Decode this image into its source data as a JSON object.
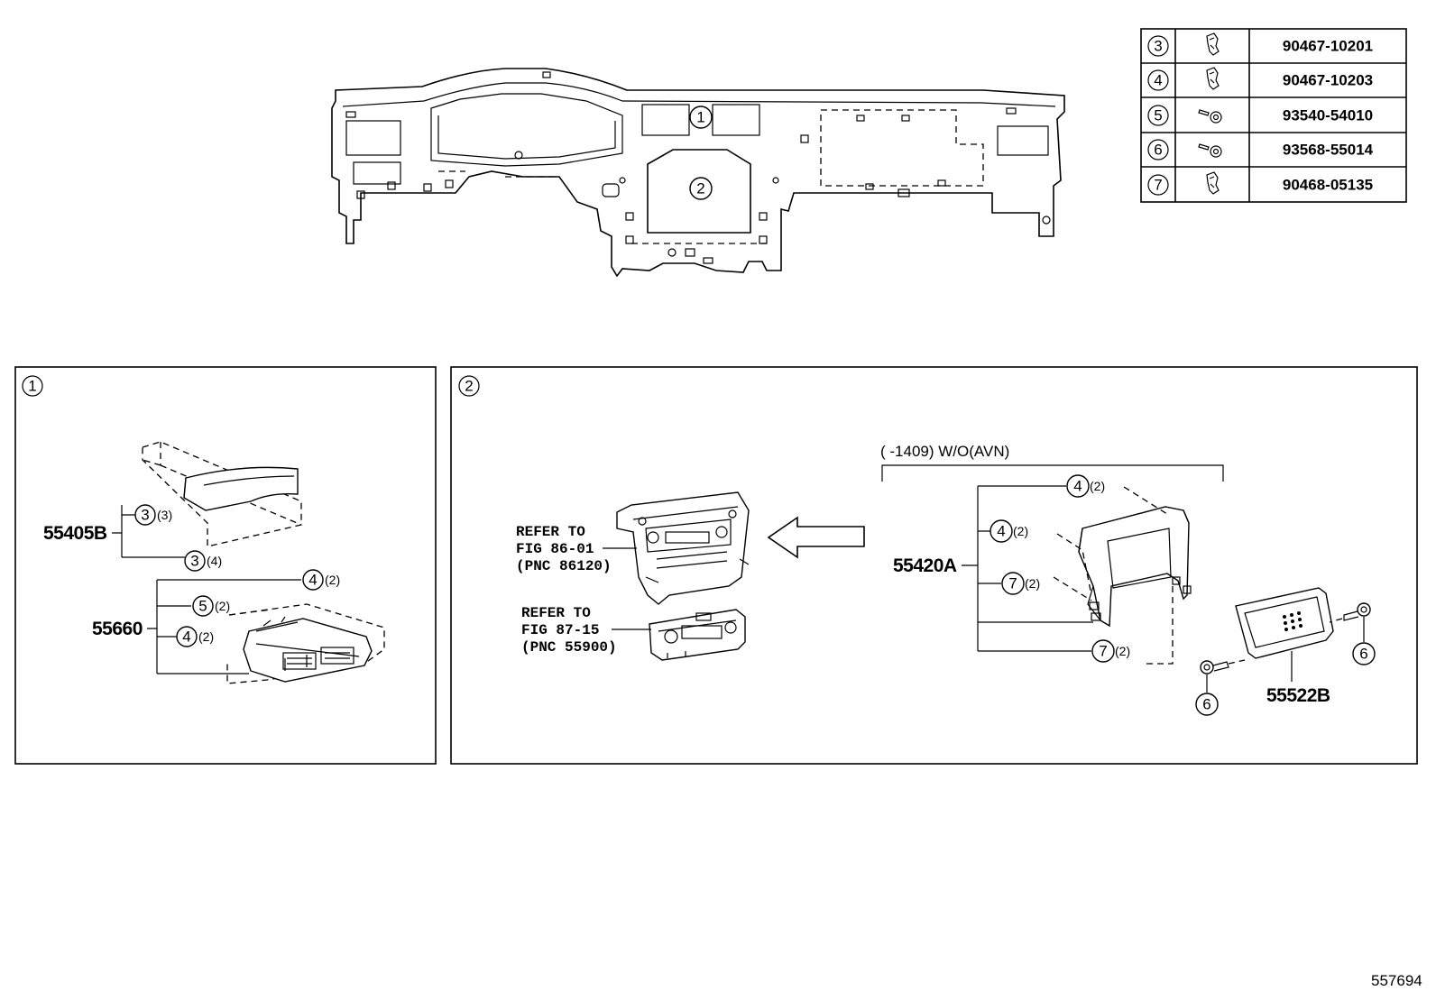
{
  "parts_table": [
    {
      "ref": "3",
      "part_number": "90467-10201",
      "icon": "clip-icon"
    },
    {
      "ref": "4",
      "part_number": "90467-10203",
      "icon": "clip-icon"
    },
    {
      "ref": "5",
      "part_number": "93540-54010",
      "icon": "screw-icon"
    },
    {
      "ref": "6",
      "part_number": "93568-55014",
      "icon": "screw-icon"
    },
    {
      "ref": "7",
      "part_number": "90468-05135",
      "icon": "clip-icon"
    }
  ],
  "overview": {
    "callout_1": "1",
    "callout_2": "2"
  },
  "panel1": {
    "title": "1",
    "part_55405B": "55405B",
    "part_55660": "55660",
    "callouts": {
      "a": {
        "ref": "3",
        "qty": "(3)"
      },
      "b": {
        "ref": "3",
        "qty": "(4)"
      },
      "c": {
        "ref": "4",
        "qty": "(2)"
      },
      "d": {
        "ref": "5",
        "qty": "(2)"
      },
      "e": {
        "ref": "4",
        "qty": "(2)"
      }
    }
  },
  "panel2": {
    "title": "2",
    "condition": "(     -1409) W/O(AVN)",
    "refer1": {
      "line1": "REFER TO",
      "line2": "FIG 86-01",
      "line3": "(PNC 86120)"
    },
    "refer2": {
      "line1": "REFER TO",
      "line2": "FIG 87-15",
      "line3": "(PNC 55900)"
    },
    "part_55420A": "55420A",
    "part_55522B": "55522B",
    "callouts": {
      "a": {
        "ref": "4",
        "qty": "(2)"
      },
      "b": {
        "ref": "4",
        "qty": "(2)"
      },
      "c": {
        "ref": "7",
        "qty": "(2)"
      },
      "d": {
        "ref": "7",
        "qty": "(2)"
      },
      "e": {
        "ref": "6"
      },
      "f": {
        "ref": "6"
      }
    }
  },
  "footer": {
    "illustration_id": "557694"
  }
}
